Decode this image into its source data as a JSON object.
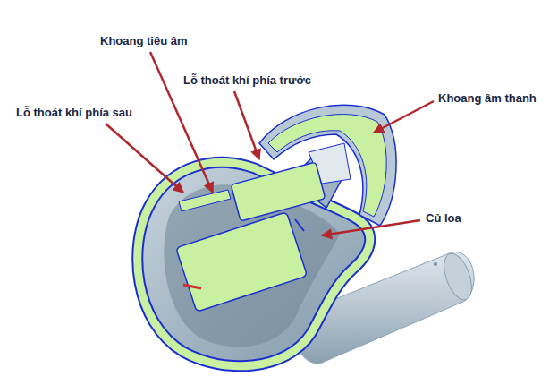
{
  "diagram": {
    "labels": [
      "Khoang tiêu âm",
      "Lỗ thoát khí phía trước",
      "Lỗ thoát khí phía sau",
      "Khoang âm thanh",
      "Củ loa"
    ]
  }
}
